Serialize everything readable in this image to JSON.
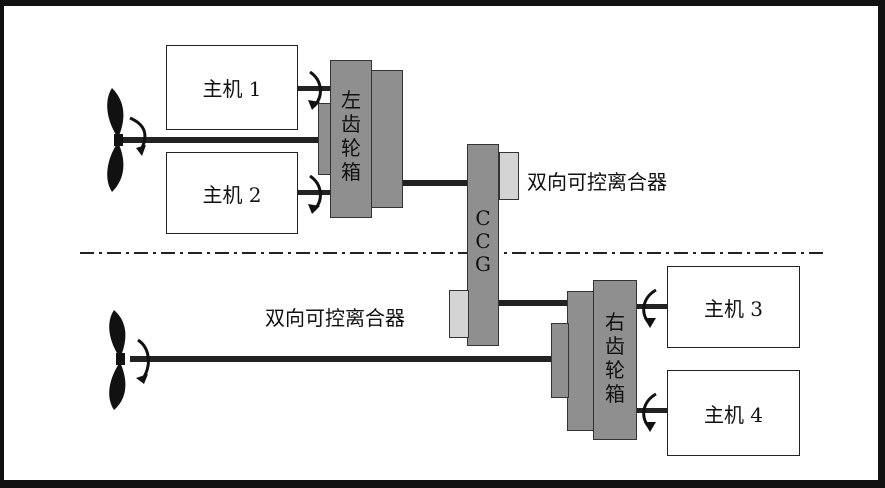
{
  "engines": {
    "e1": "主机 1",
    "e2": "主机 2",
    "e3": "主机 3",
    "e4": "主机 4"
  },
  "gearboxes": {
    "left": [
      "左",
      "齿",
      "轮",
      "箱"
    ],
    "right": [
      "右",
      "齿",
      "轮",
      "箱"
    ]
  },
  "ccg": [
    "C",
    "C",
    "G"
  ],
  "clutch_labels": {
    "upper": "双向可控离合器",
    "lower": "双向可控离合器"
  },
  "colors": {
    "gear": "#8f8f8f",
    "clutch": "#d4d4d4",
    "line": "#222222"
  }
}
